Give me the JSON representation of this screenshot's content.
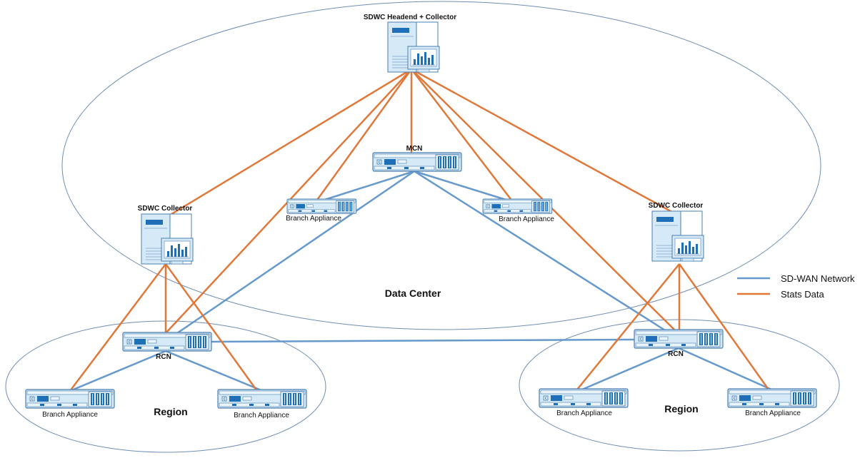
{
  "labels": {
    "headend": "SDWC Headend + Collector",
    "mcn": "MCN",
    "collector_left": "SDWC Collector",
    "collector_right": "SDWC Collector",
    "branch_dc_left": "Branch Appliance",
    "branch_dc_right": "Branch Appliance",
    "data_center": "Data Center",
    "rcn_left": "RCN",
    "rcn_right": "RCN",
    "region_left": "Region",
    "region_right": "Region",
    "branch_rl_1": "Branch Appliance",
    "branch_rl_2": "Branch Appliance",
    "branch_rr_1": "Branch Appliance",
    "branch_rr_2": "Branch Appliance"
  },
  "legend": [
    {
      "label": "SD-WAN Network",
      "color": "#6699cc"
    },
    {
      "label": "Stats Data",
      "color": "#e0783a"
    }
  ],
  "colors": {
    "sdwan": "#6699cc",
    "stats": "#e0783a",
    "ellipse": "#6e8fb5",
    "device_fill": "#d6e9f7",
    "device_stroke": "#4a7fb0",
    "accent": "#1e6fb8"
  },
  "icons": {
    "server": "server-monitor-icon",
    "appliance": "network-appliance-icon"
  }
}
